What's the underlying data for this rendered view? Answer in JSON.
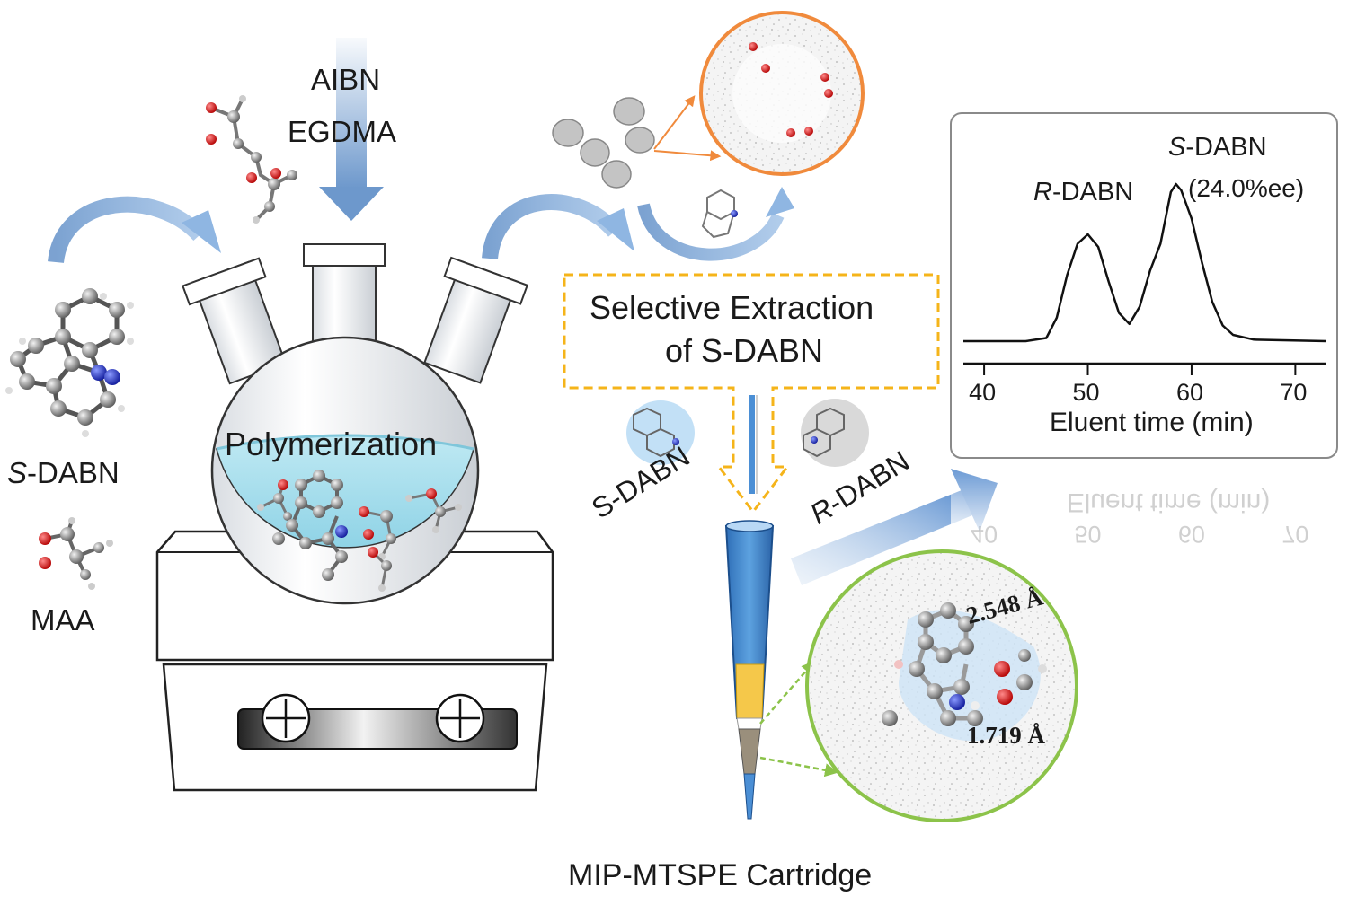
{
  "reagents": {
    "initiator": "AIBN",
    "crosslinker": "EGDMA"
  },
  "template": {
    "prefix": "S",
    "name": "-DABN"
  },
  "monomer": "MAA",
  "flask_label": "Polymerization",
  "extraction": {
    "line1": "Selective Extraction",
    "line2": "of S-DABN"
  },
  "enantiomers": {
    "left": "S-DABN",
    "right_prefix": "R",
    "right_name": "-DABN"
  },
  "cartridge_label": "MIP-MTSPE Cartridge",
  "distances": {
    "upper": "2.548 Å",
    "lower": "1.719 Å"
  },
  "chart_data": {
    "type": "line",
    "xlabel": "Eluent time (min)",
    "ylabel": "",
    "xlim": [
      38,
      73
    ],
    "x_ticks": [
      40,
      50,
      60,
      70
    ],
    "grid": false,
    "peaks": [
      {
        "name_prefix": "R",
        "name": "-DABN",
        "x": 50.2,
        "rel_height": 0.68
      },
      {
        "name_prefix": "S",
        "name": "-DABN",
        "x": 58.5,
        "rel_height": 1.0,
        "note": "(24.0%ee)"
      }
    ],
    "series": [
      {
        "x": [
          38,
          44,
          46,
          47,
          48,
          49,
          50,
          51,
          52,
          53,
          54,
          55,
          56,
          57,
          58,
          58.5,
          59,
          60,
          61,
          62,
          63,
          64,
          66,
          73
        ],
        "y": [
          0,
          0,
          0.02,
          0.15,
          0.42,
          0.62,
          0.68,
          0.6,
          0.38,
          0.18,
          0.11,
          0.22,
          0.45,
          0.62,
          0.95,
          1.0,
          0.96,
          0.78,
          0.5,
          0.25,
          0.1,
          0.04,
          0.01,
          0
        ]
      }
    ]
  },
  "colors": {
    "arrow_blue": "#6d98cc",
    "liquid": "#a9e0ee",
    "dashed_box": "#f5b41a",
    "orange_circle": "#f08a3c",
    "green_circle": "#8cc34a",
    "green_arrow": "#8cc34a",
    "nitrogen": "#2233cc",
    "oxygen": "#d42020"
  }
}
